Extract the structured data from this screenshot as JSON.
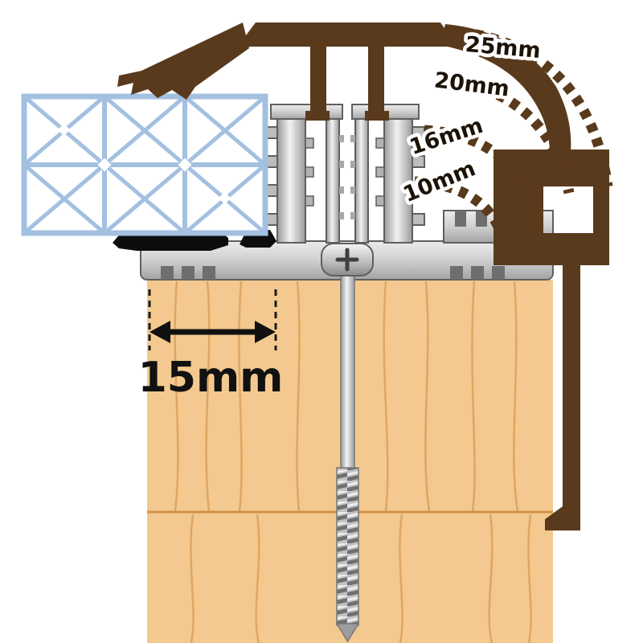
{
  "diagram": {
    "dimension_label": "15mm",
    "cap_positions": [
      {
        "label": "25mm"
      },
      {
        "label": "20mm"
      },
      {
        "label": "16mm"
      },
      {
        "label": "10mm"
      }
    ],
    "colors": {
      "cap_brown": "#5a3a1c",
      "aluminium_light": "#f2f2f2",
      "aluminium_dark": "#8d8d8d",
      "panel_blue": "#a3c0e0",
      "gasket_black": "#0d0d0d",
      "timber": "#f3c98f",
      "timber_grain": "#dda35c",
      "label_text": "#1d1207",
      "dimension_text": "#111111",
      "background": "#ffffff"
    }
  }
}
